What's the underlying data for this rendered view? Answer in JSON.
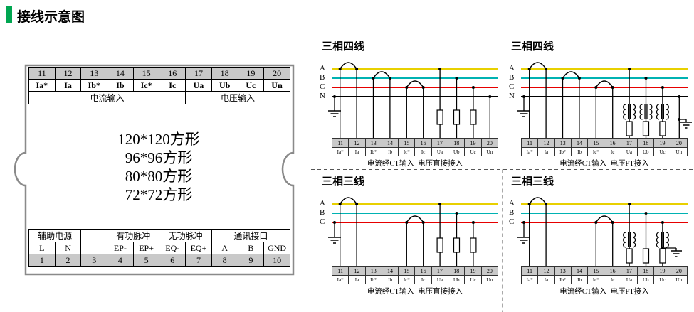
{
  "header": {
    "title": "接线示意图",
    "accent_color": "#00A651"
  },
  "colors": {
    "phase_a": "#E8D000",
    "phase_b": "#00B2B2",
    "phase_c": "#E60000",
    "neutral": "#000000"
  },
  "device": {
    "top_terminals": {
      "numbers": [
        "11",
        "12",
        "13",
        "14",
        "15",
        "16",
        "17",
        "18",
        "19",
        "20"
      ],
      "labels": [
        "Ia*",
        "Ia",
        "Ib*",
        "Ib",
        "Ic*",
        "Ic",
        "Ua",
        "Ub",
        "Uc",
        "Un"
      ],
      "groups": [
        {
          "label": "电流输入",
          "span": 6
        },
        {
          "label": "电压输入",
          "span": 4
        }
      ]
    },
    "sizes": [
      "120*120方形",
      "96*96方形",
      "80*80方形",
      "72*72方形"
    ],
    "bottom_terminals": {
      "groups": [
        {
          "label": "辅助电源",
          "span": 2
        },
        {
          "label": "",
          "span": 1
        },
        {
          "label": "有功脉冲",
          "span": 2
        },
        {
          "label": "无功脉冲",
          "span": 2
        },
        {
          "label": "通讯接口",
          "span": 3
        }
      ],
      "labels": [
        "L",
        "N",
        "",
        "EP-",
        "EP+",
        "EQ-",
        "EQ+",
        "A",
        "B",
        "GND"
      ],
      "numbers": [
        "1",
        "2",
        "3",
        "4",
        "5",
        "6",
        "7",
        "8",
        "9",
        "10"
      ]
    }
  },
  "strip": {
    "numbers": [
      "11",
      "12",
      "13",
      "14",
      "15",
      "16",
      "17",
      "18",
      "19",
      "20"
    ],
    "labels": [
      "Ia*",
      "Ia",
      "Ib*",
      "Ib",
      "Ic*",
      "Ic",
      "Ua",
      "Ub",
      "Uc",
      "Un"
    ]
  },
  "diagrams": [
    {
      "title": "三相四线",
      "caption": "电流经CT输入  电压直接接入",
      "phases": [
        "A",
        "B",
        "C",
        "N"
      ]
    },
    {
      "title": "三相四线",
      "caption": "电流经CT输入  电压PT接入",
      "phases": [
        "A",
        "B",
        "C",
        "N"
      ]
    },
    {
      "title": "三相三线",
      "caption": "电流经CT输入  电压直接接入",
      "phases": [
        "A",
        "B",
        "C"
      ]
    },
    {
      "title": "三相三线",
      "caption": "电流经CT输入  电压PT接入",
      "phases": [
        "A",
        "B",
        "C"
      ]
    }
  ]
}
